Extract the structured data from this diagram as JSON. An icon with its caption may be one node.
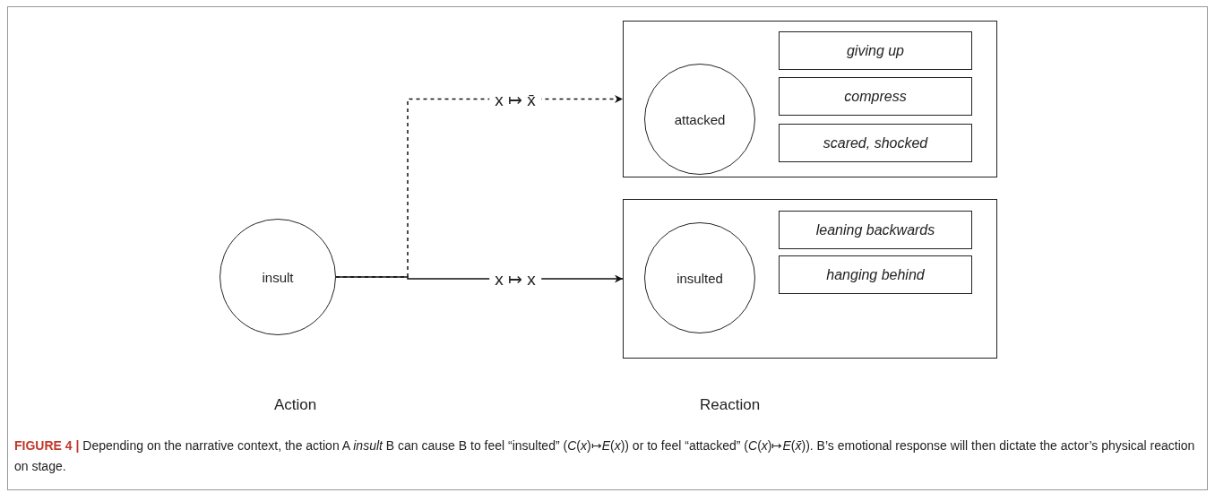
{
  "diagram": {
    "caption": "**FIGURE 4 |** Depending on the narrative context, the action A *insult* B can cause B to feel “insulted” (*C*(*x*)↦*E*(*x*)) or to feel “attacked” (*C*(*x*)↦*E*(*x̄*)). B’s emotional response will then dictate the actor’s physical reaction on stage.",
    "nodes": [
      {
        "text": [
          "insult"
        ]
      },
      {
        "text": [],
        "shape": "box"
      },
      {
        "text": [
          "attacked"
        ],
        "in": 1
      },
      {
        "text": [
          "giving up"
        ],
        "in": 1
      },
      {
        "text": [
          "compress"
        ],
        "in": 1
      },
      {
        "text": [
          "scared, shocked"
        ],
        "in": 1
      },
      {
        "text": [],
        "shape": "box"
      },
      {
        "text": [
          "insulted"
        ],
        "in": 6
      },
      {
        "text": [
          "leaning backwards"
        ],
        "in": 6
      },
      {
        "text": [
          "hanging behind"
        ],
        "in": 6
      }
    ],
    "edges": [
      {
        "from": 0,
        "to": 6,
        "arrow": "to",
        "label": "x ↦ x"
      },
      {
        "from": 0,
        "to": 1,
        "arrow": "to",
        "label": "x ↦ x̄",
        "style": "dashed"
      }
    ],
    "labels": [
      "Action",
      "Reaction"
    ]
  }
}
